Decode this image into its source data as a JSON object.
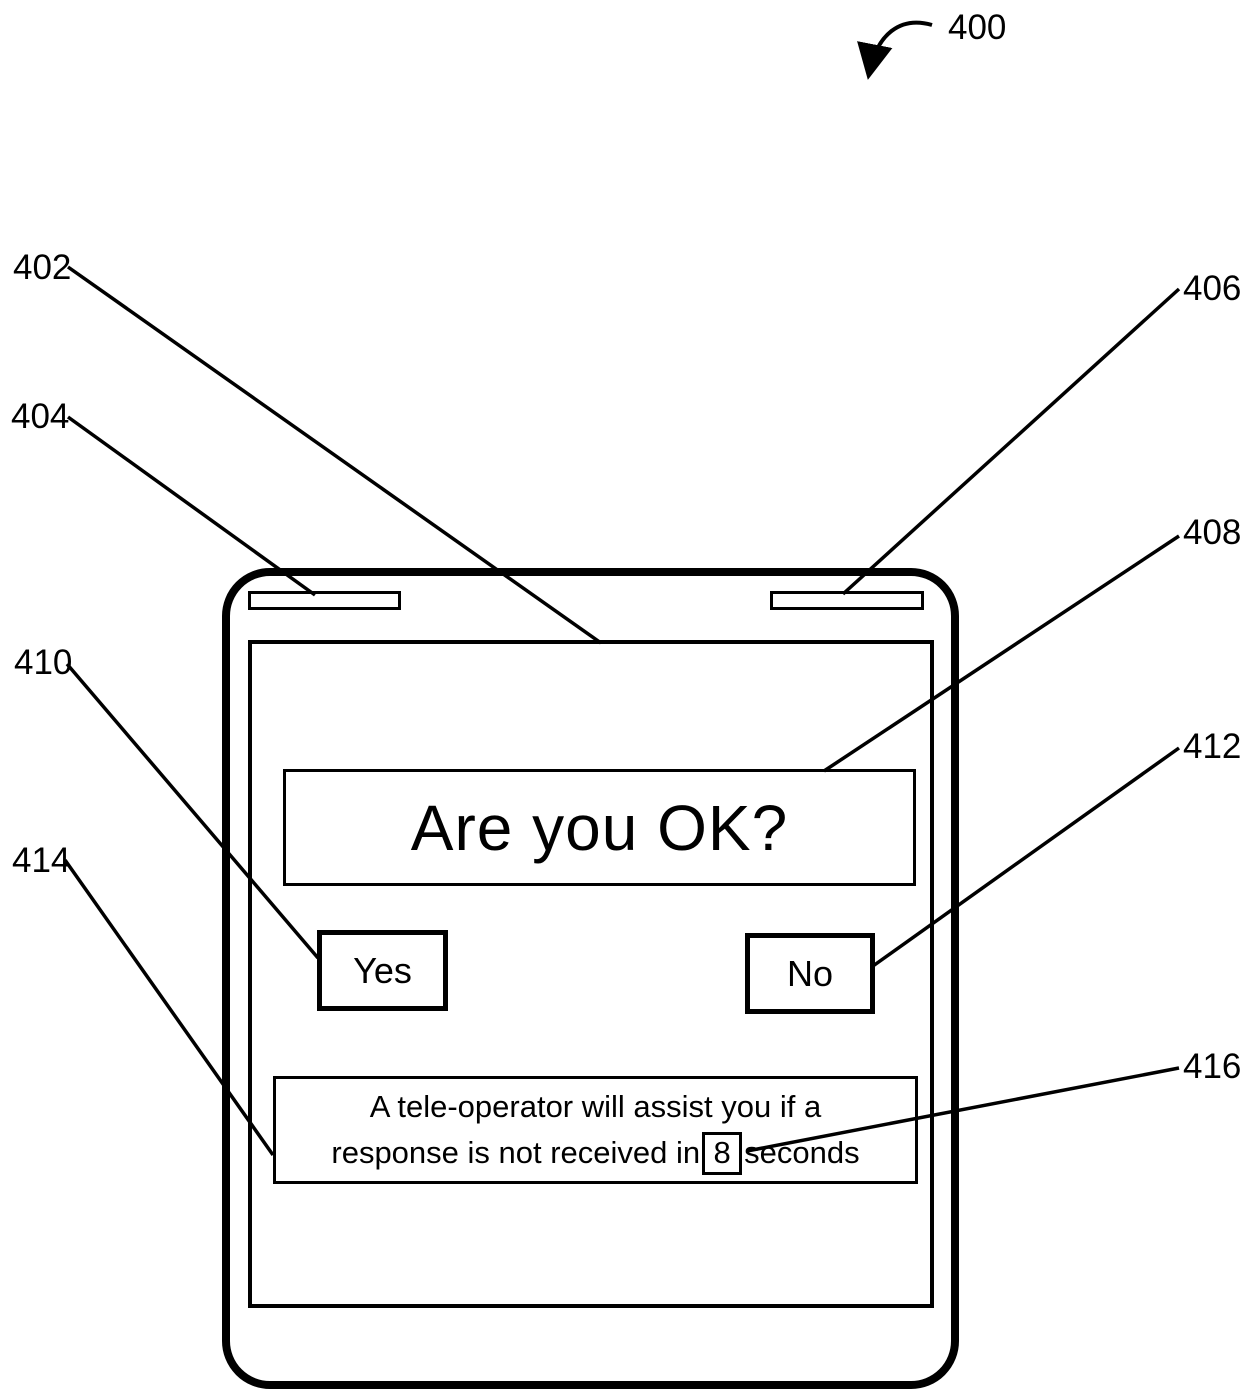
{
  "annotations": {
    "figure_ref": "400",
    "screen_ref": "402",
    "left_speaker_ref": "404",
    "right_speaker_ref": "406",
    "question_box_ref": "408",
    "yes_button_ref": "410",
    "no_button_ref": "412",
    "message_box_ref": "414",
    "countdown_ref": "416"
  },
  "device_screen": {
    "question": "Are you OK?",
    "yes_label": "Yes",
    "no_label": "No",
    "notice_line1": "A tele-operator will assist you if a",
    "notice_line2_prefix": "response is not received in",
    "notice_countdown_seconds": "8",
    "notice_line2_suffix": "seconds"
  },
  "colors": {
    "ink": "#000000",
    "background": "#ffffff"
  }
}
